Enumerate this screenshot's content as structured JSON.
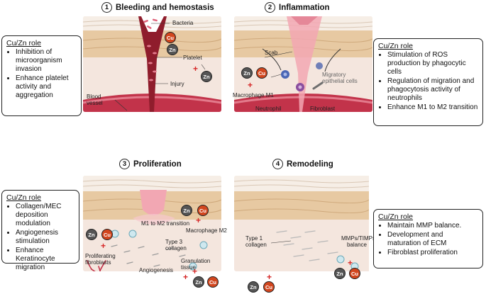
{
  "stages": [
    {
      "number": "1",
      "title": "Bleeding and hemostasis",
      "role_title": "Cu/Zn role",
      "roles": [
        "Inhibition of microorganism invasion",
        "Enhance platelet activity and aggregation"
      ],
      "labels": {
        "bacteria": "Bacteria",
        "platelet": "Platelet",
        "injury": "Injury",
        "blood_vessel": "Blood vessel"
      }
    },
    {
      "number": "2",
      "title": "Inflammation",
      "role_title": "Cu/Zn role",
      "roles": [
        "Stimulation of ROS production by phagocytic cells",
        "Regulation of migration and phagocytosis activity of neutrophils",
        "Enhance M1 to M2 transition"
      ],
      "labels": {
        "scab": "Scab",
        "migratory": "Migratory epithelial cells",
        "macrophage_m1": "Macrophage M1",
        "neutrophil": "Neutrophil",
        "fibroblast": "Fibroblast"
      }
    },
    {
      "number": "3",
      "title": "Proliferation",
      "role_title": "Cu/Zn role",
      "roles": [
        "Collagen/MEC deposition modulation",
        "Angiogenesis stimulation",
        "Enhance Keratinocyte migration"
      ],
      "labels": {
        "m1_m2": "M1 to M2 transition",
        "macrophage_m2": "Macrophage M2",
        "type3": "Type 3 collagen",
        "prolif_fibro": "Proliferating fibroblasts",
        "granulation": "Granulation tissue",
        "angiogenesis": "Angiogenesis"
      }
    },
    {
      "number": "4",
      "title": "Remodeling",
      "role_title": "Cu/Zn role",
      "roles": [
        "Maintain MMP balance.",
        "Development and maturation of ECM",
        "Fibroblast proliferation"
      ],
      "labels": {
        "type1": "Type 1 collagen",
        "mmps": "MMPs/TIMPs balance"
      }
    }
  ],
  "symbols": {
    "zn": "Zn",
    "cu": "Cu",
    "plus": "+"
  },
  "colors": {
    "zn": "#555555",
    "cu": "#d2461e",
    "blood": "#8f1d2c",
    "wound": "#f2a7b3",
    "skin": "#e7c9a2",
    "vessel": "#c2334a",
    "plus": "#d62828"
  }
}
